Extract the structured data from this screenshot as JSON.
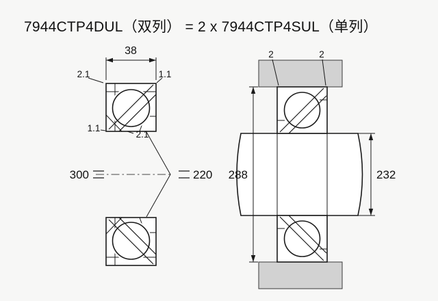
{
  "title": "7944CTP4DUL（双列） = 2 x 7944CTP4SUL（单列）",
  "left_view": {
    "width": "38",
    "outer_diameter": "300",
    "bore_diameter": "220",
    "chamfer_outer_left": "2.1",
    "chamfer_outer_right": "1.1",
    "chamfer_side_left": "1.1",
    "chamfer_inner": "2.1"
  },
  "right_view": {
    "fillet_left": "2",
    "fillet_right": "2",
    "housing_abutment_diameter": "288",
    "shaft_abutment_diameter": "232"
  },
  "colors": {
    "ring": "#e0512c",
    "housing": "#d2d2d2",
    "line": "#1a1a1a",
    "background": "#f7f7f6"
  }
}
